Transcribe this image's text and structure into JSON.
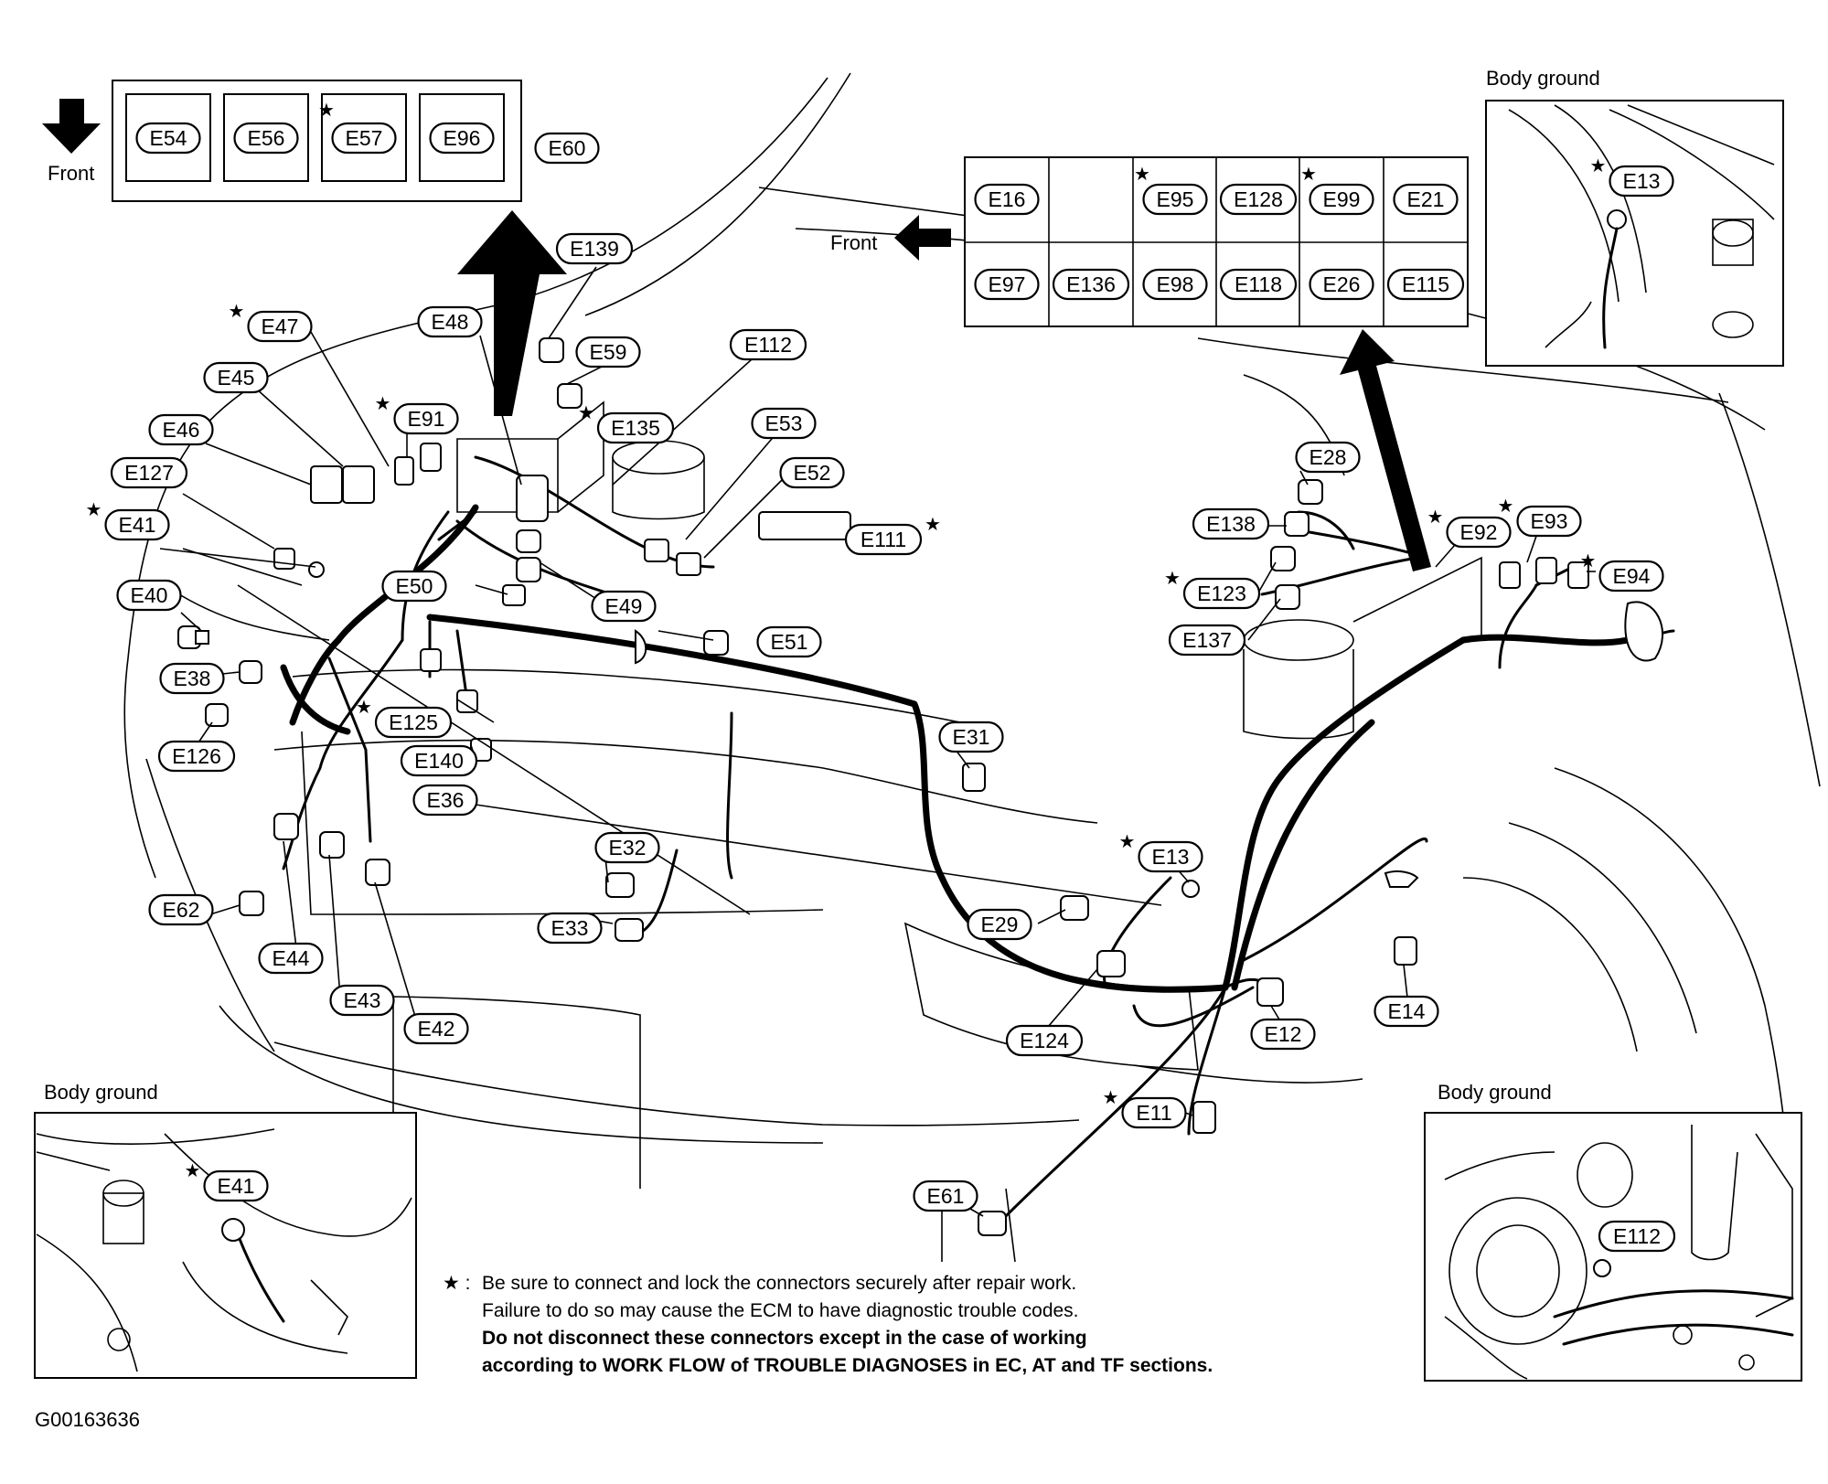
{
  "figure_id": "G00163636",
  "front_label": "Front",
  "body_ground_label": "Body ground",
  "left_box": [
    "E54",
    "E56",
    "E57",
    "E96"
  ],
  "left_box_starred": [
    "E57"
  ],
  "left_box_outside": "E60",
  "right_box_row1": [
    "E16",
    "",
    "E95",
    "E128",
    "E99",
    "E21"
  ],
  "right_box_row2": [
    "E97",
    "E136",
    "E98",
    "E118",
    "E26",
    "E115"
  ],
  "right_box_starred": [
    "E95",
    "E99"
  ],
  "connectors": [
    {
      "id": "E47",
      "star": true
    },
    {
      "id": "E45",
      "star": false
    },
    {
      "id": "E91",
      "star": true
    },
    {
      "id": "E46",
      "star": false
    },
    {
      "id": "E127",
      "star": false
    },
    {
      "id": "E41",
      "star": true
    },
    {
      "id": "E40",
      "star": false
    },
    {
      "id": "E38",
      "star": false
    },
    {
      "id": "E126",
      "star": false
    },
    {
      "id": "E48",
      "star": false
    },
    {
      "id": "E139",
      "star": false
    },
    {
      "id": "E59",
      "star": false
    },
    {
      "id": "E135",
      "star": true
    },
    {
      "id": "E112",
      "star": false
    },
    {
      "id": "E53",
      "star": false
    },
    {
      "id": "E52",
      "star": false
    },
    {
      "id": "E111",
      "star": true
    },
    {
      "id": "E50",
      "star": false
    },
    {
      "id": "E49",
      "star": false
    },
    {
      "id": "E51",
      "star": false
    },
    {
      "id": "E125",
      "star": true
    },
    {
      "id": "E140",
      "star": false
    },
    {
      "id": "E36",
      "star": false
    },
    {
      "id": "E31",
      "star": false
    },
    {
      "id": "E32",
      "star": false
    },
    {
      "id": "E33",
      "star": false
    },
    {
      "id": "E62",
      "star": false
    },
    {
      "id": "E44",
      "star": false
    },
    {
      "id": "E43",
      "star": false
    },
    {
      "id": "E42",
      "star": false
    },
    {
      "id": "E28",
      "star": false
    },
    {
      "id": "E138",
      "star": false
    },
    {
      "id": "E123",
      "star": true
    },
    {
      "id": "E137",
      "star": false
    },
    {
      "id": "E92",
      "star": true
    },
    {
      "id": "E93",
      "star": true
    },
    {
      "id": "E94",
      "star": true
    },
    {
      "id": "E13",
      "star": true
    },
    {
      "id": "E29",
      "star": false
    },
    {
      "id": "E124",
      "star": false
    },
    {
      "id": "E12",
      "star": false
    },
    {
      "id": "E14",
      "star": false
    },
    {
      "id": "E11",
      "star": true
    },
    {
      "id": "E61",
      "star": false
    }
  ],
  "inset_labels": {
    "top_right": {
      "id": "E13",
      "star": true
    },
    "bottom_left": {
      "id": "E41",
      "star": true
    },
    "bottom_right": {
      "id": "E112",
      "star": false
    }
  },
  "note": {
    "marker": "★ :",
    "line1": "Be sure to connect and lock the connectors securely after repair work.",
    "line2": "Failure to do so may cause the ECM to have diagnostic trouble codes.",
    "line3": "Do not disconnect these connectors except in the case of working",
    "line4": "according to WORK FLOW of TROUBLE DIAGNOSES in EC, AT and TF sections."
  }
}
